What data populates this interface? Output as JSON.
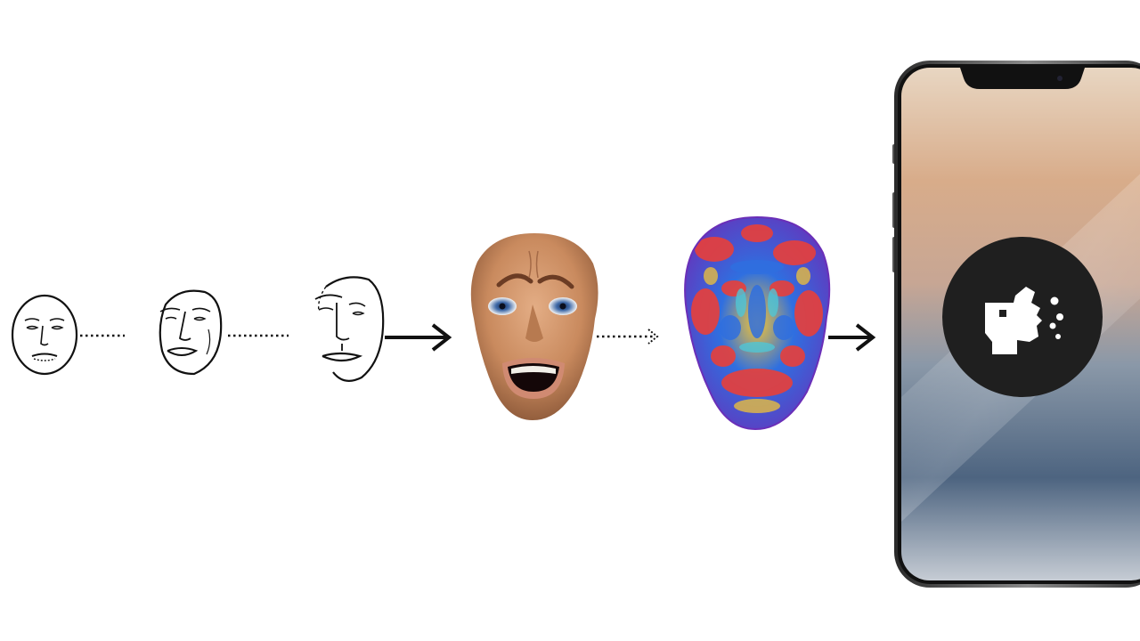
{
  "diagram": {
    "stages": [
      {
        "id": "sketch-front",
        "kind": "line-drawing",
        "view": "front"
      },
      {
        "id": "sketch-three-quarter",
        "kind": "line-drawing",
        "view": "three-quarter"
      },
      {
        "id": "sketch-profile",
        "kind": "line-drawing",
        "view": "profile"
      },
      {
        "id": "rendered-face",
        "kind": "3d-render",
        "expression": "fear"
      },
      {
        "id": "heatmap-face",
        "kind": "deformation-heatmap"
      },
      {
        "id": "phone",
        "kind": "device-output"
      }
    ],
    "connectors": [
      {
        "from": "sketch-front",
        "to": "sketch-three-quarter",
        "style": "dotted"
      },
      {
        "from": "sketch-three-quarter",
        "to": "sketch-profile",
        "style": "dotted"
      },
      {
        "from": "sketch-profile",
        "to": "rendered-face",
        "style": "solid-arrow"
      },
      {
        "from": "rendered-face",
        "to": "heatmap-face",
        "style": "dotted-arrow"
      },
      {
        "from": "heatmap-face",
        "to": "phone",
        "style": "solid-arrow"
      }
    ],
    "app_icon": "face-particles-icon",
    "colors": {
      "line": "#111111",
      "skin": "#c98a5e",
      "app_badge": "#1f1f1f",
      "heat_hot": "#e8403a",
      "heat_mid": "#f2c335",
      "heat_cool": "#2f6fe0",
      "heat_cold": "#6a2fb8"
    }
  }
}
